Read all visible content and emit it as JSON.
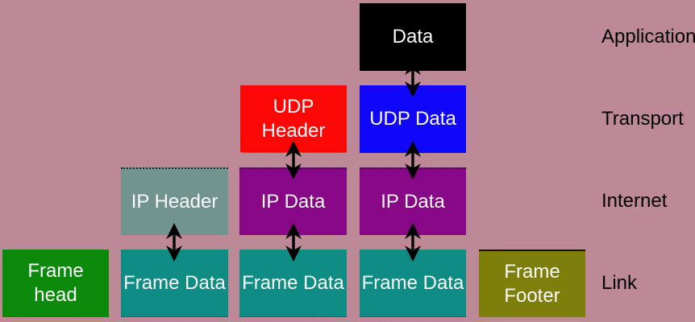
{
  "colors": {
    "background": "#bd8996",
    "arrow": "#000000",
    "label_text": "#000000",
    "box_text": "#fcfcfc",
    "data_box": "#000000",
    "udp_header_box": "#fb0806",
    "udp_data_box": "#0f06fa",
    "ip_header_box": "#71948e",
    "ip_data_box": "#870786",
    "frame_head_box": "#0a890a",
    "frame_data_box": "#0f8c83",
    "frame_footer_box": "#7e7e0b"
  },
  "layer_labels": {
    "application": "Application",
    "transport": "Transport",
    "internet": "Internet",
    "link": "Link"
  },
  "boxes": {
    "data": "Data",
    "udp_header": "UDP\nHeader",
    "udp_data": "UDP Data",
    "ip_header": "IP Header",
    "ip_data_1": "IP Data",
    "ip_data_2": "IP Data",
    "frame_head": "Frame\nhead",
    "frame_data_1": "Frame Data",
    "frame_data_2": "Frame Data",
    "frame_data_3": "Frame Data",
    "frame_footer": "Frame\nFooter"
  }
}
